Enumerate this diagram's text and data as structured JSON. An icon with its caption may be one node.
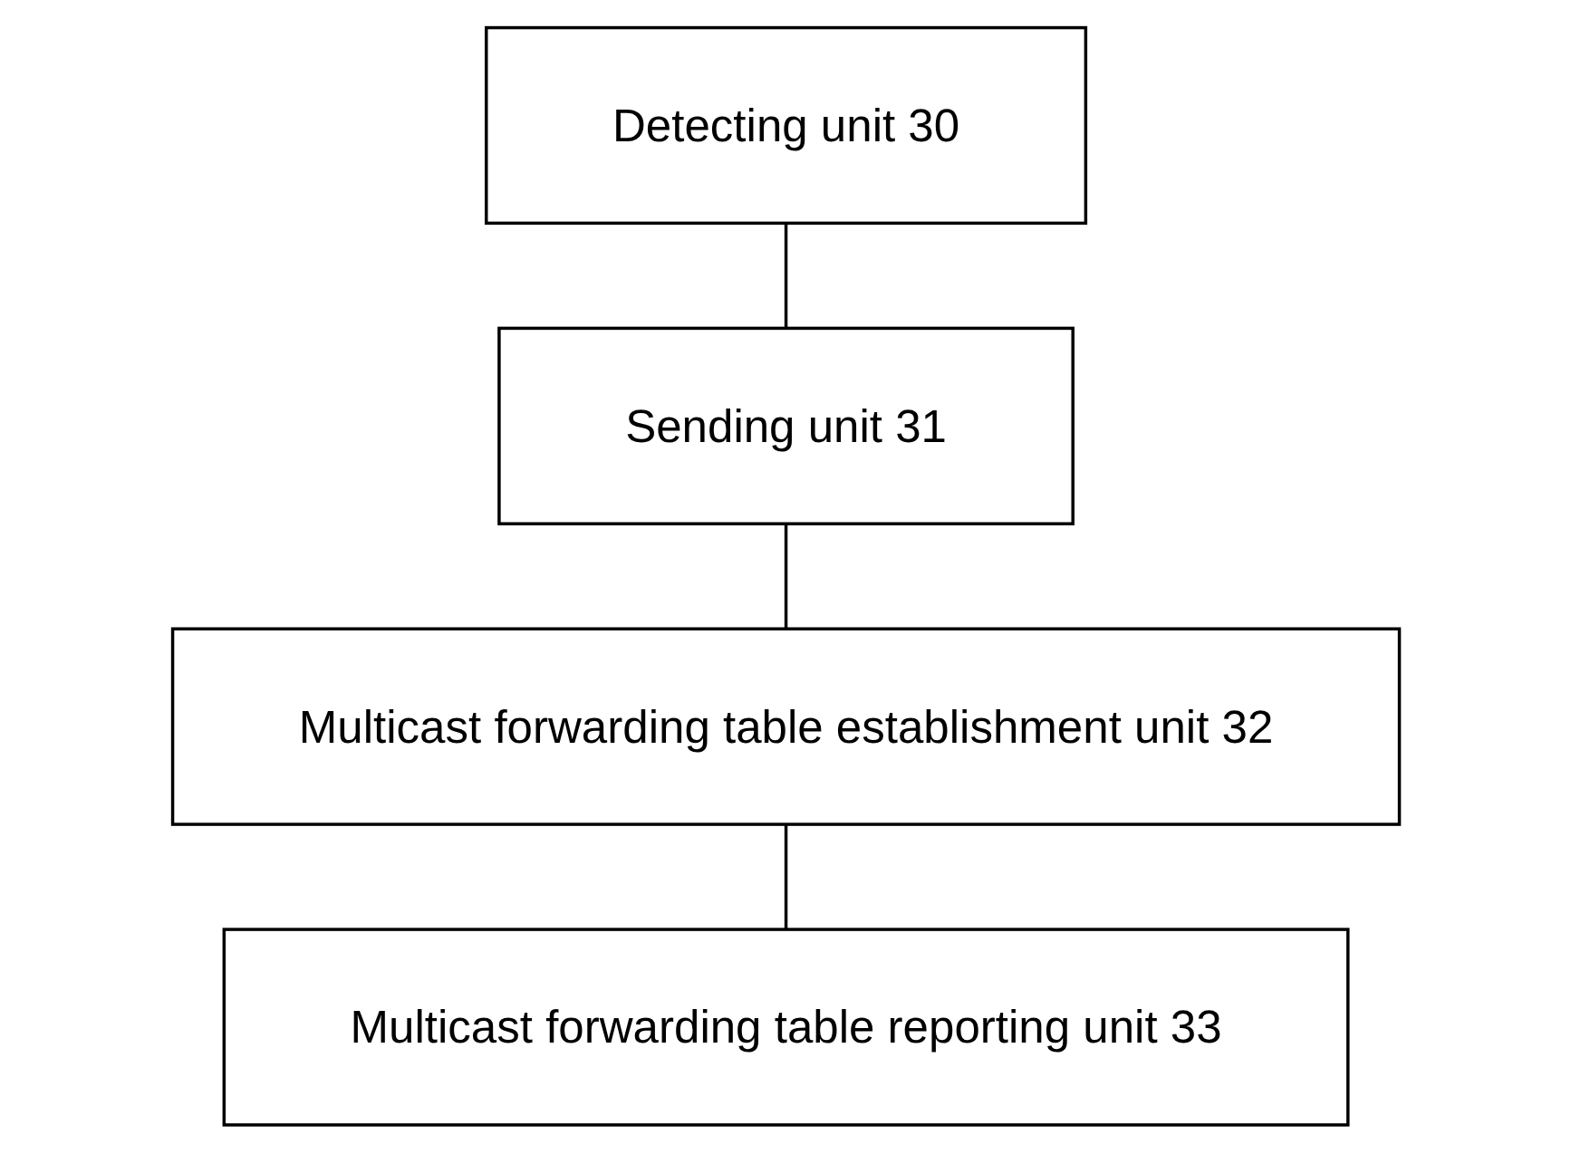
{
  "diagram": {
    "nodes": [
      {
        "text": [
          "Detecting unit 30"
        ]
      },
      {
        "text": [
          "Sending unit 31"
        ]
      },
      {
        "text": [
          "Multicast forwarding table establishment unit 32"
        ]
      },
      {
        "text": [
          "Multicast forwarding table reporting unit 33"
        ]
      }
    ],
    "edges": [
      {
        "from": 0,
        "to": 1,
        "arrow": "none"
      },
      {
        "from": 1,
        "to": 2,
        "arrow": "none"
      },
      {
        "from": 2,
        "to": 3,
        "arrow": "none"
      }
    ]
  }
}
